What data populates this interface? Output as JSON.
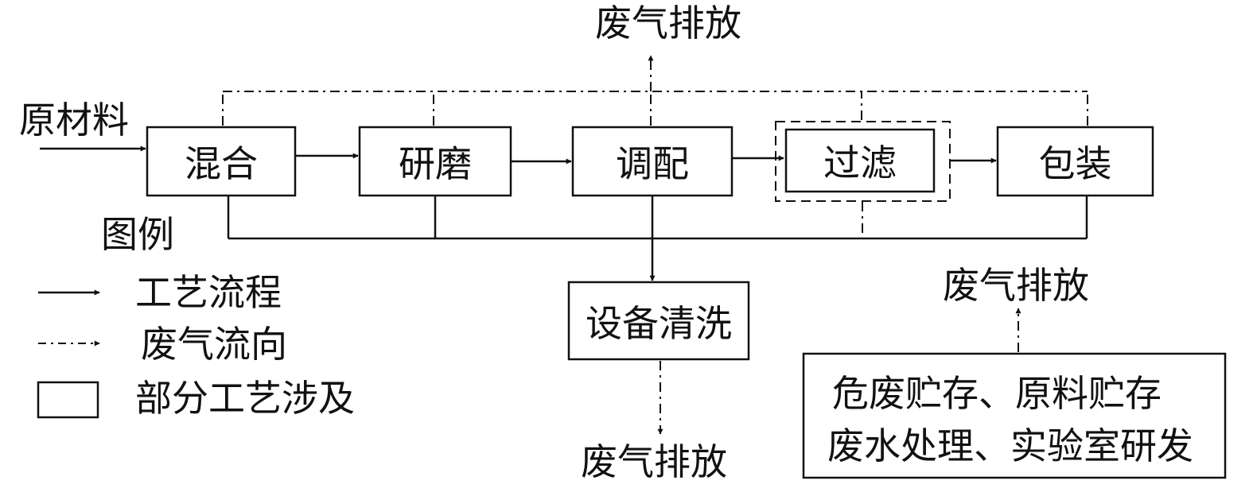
{
  "raw_material": "原材料",
  "steps": {
    "mix": "混合",
    "grind": "研磨",
    "blend": "调配",
    "filter": "过滤",
    "pack": "包装"
  },
  "equipment_cleaning": "设备清洗",
  "exhaust": {
    "top": "废气排放",
    "bottom": "废气排放",
    "right": "废气排放"
  },
  "storage_box": {
    "line1": "危废贮存、原料贮存",
    "line2": "废水处理、实验室研发"
  },
  "legend": {
    "title": "图例",
    "process_flow": "工艺流程",
    "exhaust_flow": "废气流向",
    "partial_process": "部分工艺涉及"
  }
}
